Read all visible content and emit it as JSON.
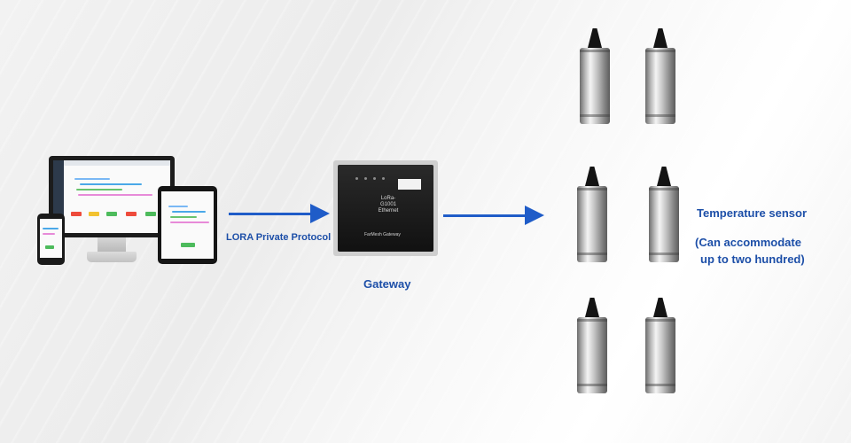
{
  "labels": {
    "protocol": "LORA Private Protocol",
    "gateway": "Gateway",
    "sensor_title": "Temperature sensor",
    "sensor_capacity_line1": "(Can accommodate",
    "sensor_capacity_line2": "up to two hundred)"
  },
  "gateway_device": {
    "model_line1": "LoRa-G1001",
    "model_line2": "Ethernet",
    "brand": "FarMesh Gateway"
  },
  "colors": {
    "accent": "#1f5cc8",
    "label": "#1d4fa8"
  }
}
